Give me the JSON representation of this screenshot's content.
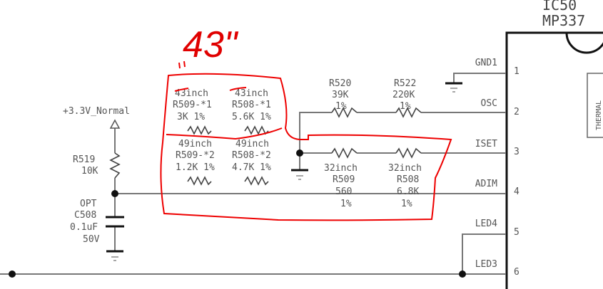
{
  "ic": {
    "ref": "IC50",
    "part": "MP337",
    "thermal": "THERMAL"
  },
  "pins": [
    {
      "num": "1",
      "name": "GND1"
    },
    {
      "num": "2",
      "name": "OSC"
    },
    {
      "num": "3",
      "name": "ISET"
    },
    {
      "num": "4",
      "name": "ADIM"
    },
    {
      "num": "5",
      "name": "LED4"
    },
    {
      "num": "6",
      "name": "LED3"
    }
  ],
  "supply": "+3.3V_Normal",
  "r519": {
    "ref": "R519",
    "value": "10K"
  },
  "c508": {
    "opt": "OPT",
    "ref": "C508",
    "value": "0.1uF",
    "voltage": "50V"
  },
  "r520": {
    "ref": "R520",
    "value": "39K",
    "tol": "1%"
  },
  "r522": {
    "ref": "R522",
    "value": "220K",
    "tol": "1%"
  },
  "r509_32": {
    "size": "32inch",
    "ref": "R509",
    "value": "560",
    "tol": "1%"
  },
  "r508_32": {
    "size": "32inch",
    "ref": "R508",
    "value": "6.8K",
    "tol": "1%"
  },
  "options": [
    {
      "size": "43inch",
      "ref": "R509-*1",
      "value": "3K 1%"
    },
    {
      "size": "43inch",
      "ref": "R508-*1",
      "value": "5.6K 1%"
    },
    {
      "size": "49inch",
      "ref": "R509-*2",
      "value": "1.2K 1%"
    },
    {
      "size": "49inch",
      "ref": "R508-*2",
      "value": "4.7K 1%"
    }
  ],
  "annotation": {
    "text": "43\"",
    "color": "#e00000"
  }
}
